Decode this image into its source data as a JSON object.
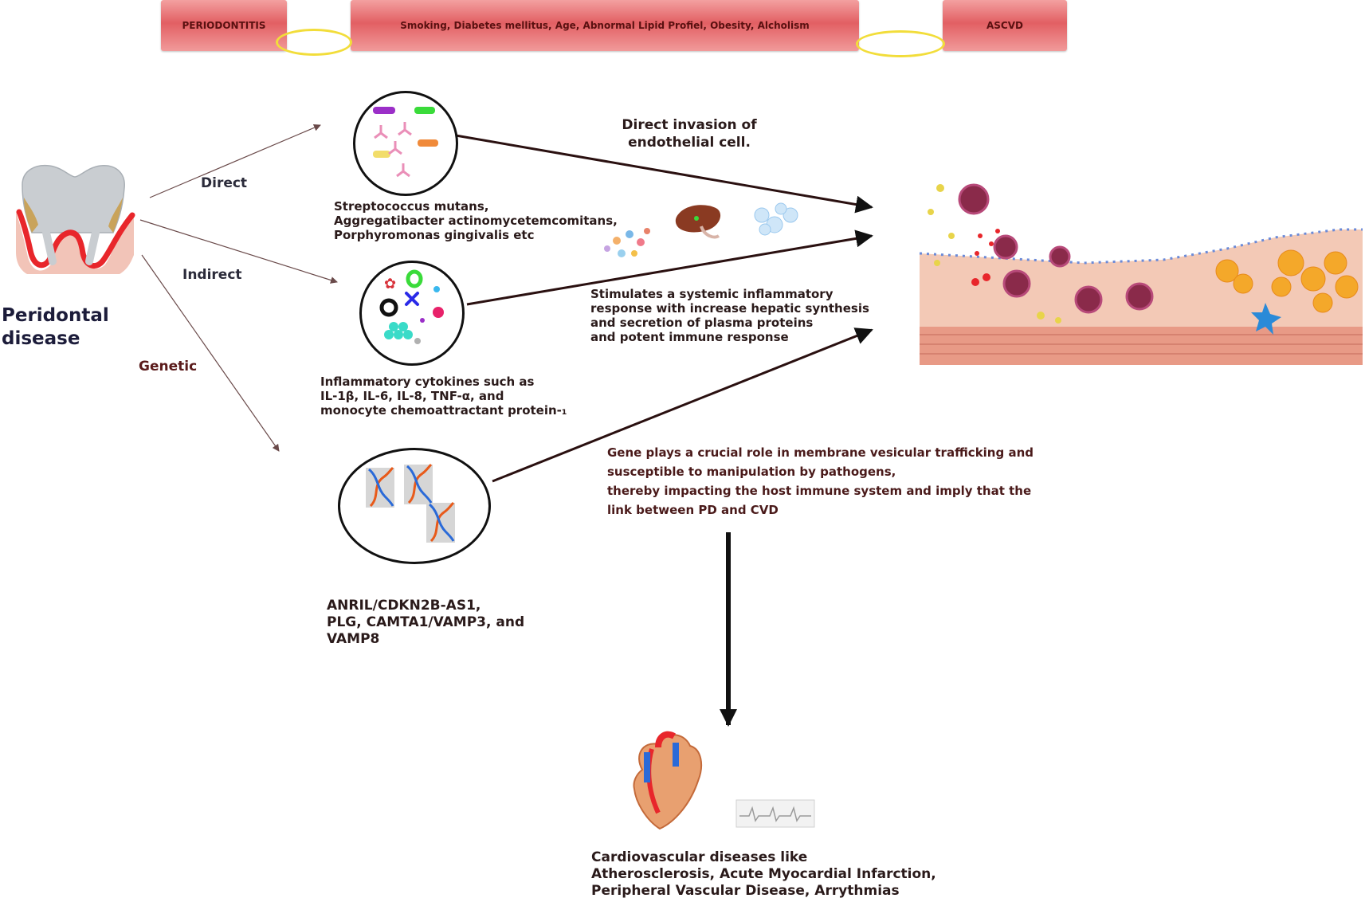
{
  "banner": {
    "left": "PERIODONTITIS",
    "middle": "Smoking, Diabetes mellitus, Age, Abnormal Lipid Profiel, Obesity, Alcholism",
    "right": "ASCVD"
  },
  "source": {
    "label_line1": "Peridontal",
    "label_line2": "disease"
  },
  "paths": {
    "direct": "Direct",
    "indirect": "Indirect",
    "genetic": "Genetic"
  },
  "direct_node": {
    "caption_line1": "Streptococcus mutans,",
    "caption_line2": "Aggregatibacter actinomycetemcomitans,",
    "caption_line3": "Porphyromonas gingivalis etc"
  },
  "indirect_node": {
    "caption_line1": "Inflammatory cytokines such as",
    "caption_line2": "IL-1β, IL-6, IL-8, TNF-α, and",
    "caption_line3": "monocyte chemoattractant protein-₁"
  },
  "genetic_node": {
    "caption_line1": "ANRIL/CDKN2B-AS1,",
    "caption_line2": "PLG, CAMTA1/VAMP3, and",
    "caption_line3": "VAMP8"
  },
  "mechanisms": {
    "direct_line1": "Direct invasion of",
    "direct_line2": "endothelial cell.",
    "indirect_line1": "Stimulates a systemic inflammatory",
    "indirect_line2": "response with increase hepatic synthesis",
    "indirect_line3": "and secretion of plasma proteins",
    "indirect_line4": "and potent immune response",
    "genetic_line1": "Gene plays a crucial role in membrane vesicular trafficking and",
    "genetic_line2": " susceptible to manipulation by pathogens,",
    "genetic_line3": "thereby impacting the host immune system and  imply that the",
    "genetic_line4": "link between PD and CVD"
  },
  "outcome": {
    "line1": "Cardiovascular diseases like",
    "line2": "Atherosclerosis, Acute Myocardial Infarction,",
    "line3": "Peripheral Vascular Disease, Arrythmias"
  },
  "colors": {
    "banner": "#e25f63",
    "ring": "#f2dd3a",
    "arrow": "#2a1010",
    "gum": "#e8262b",
    "tooth": "#c9cdd1"
  }
}
